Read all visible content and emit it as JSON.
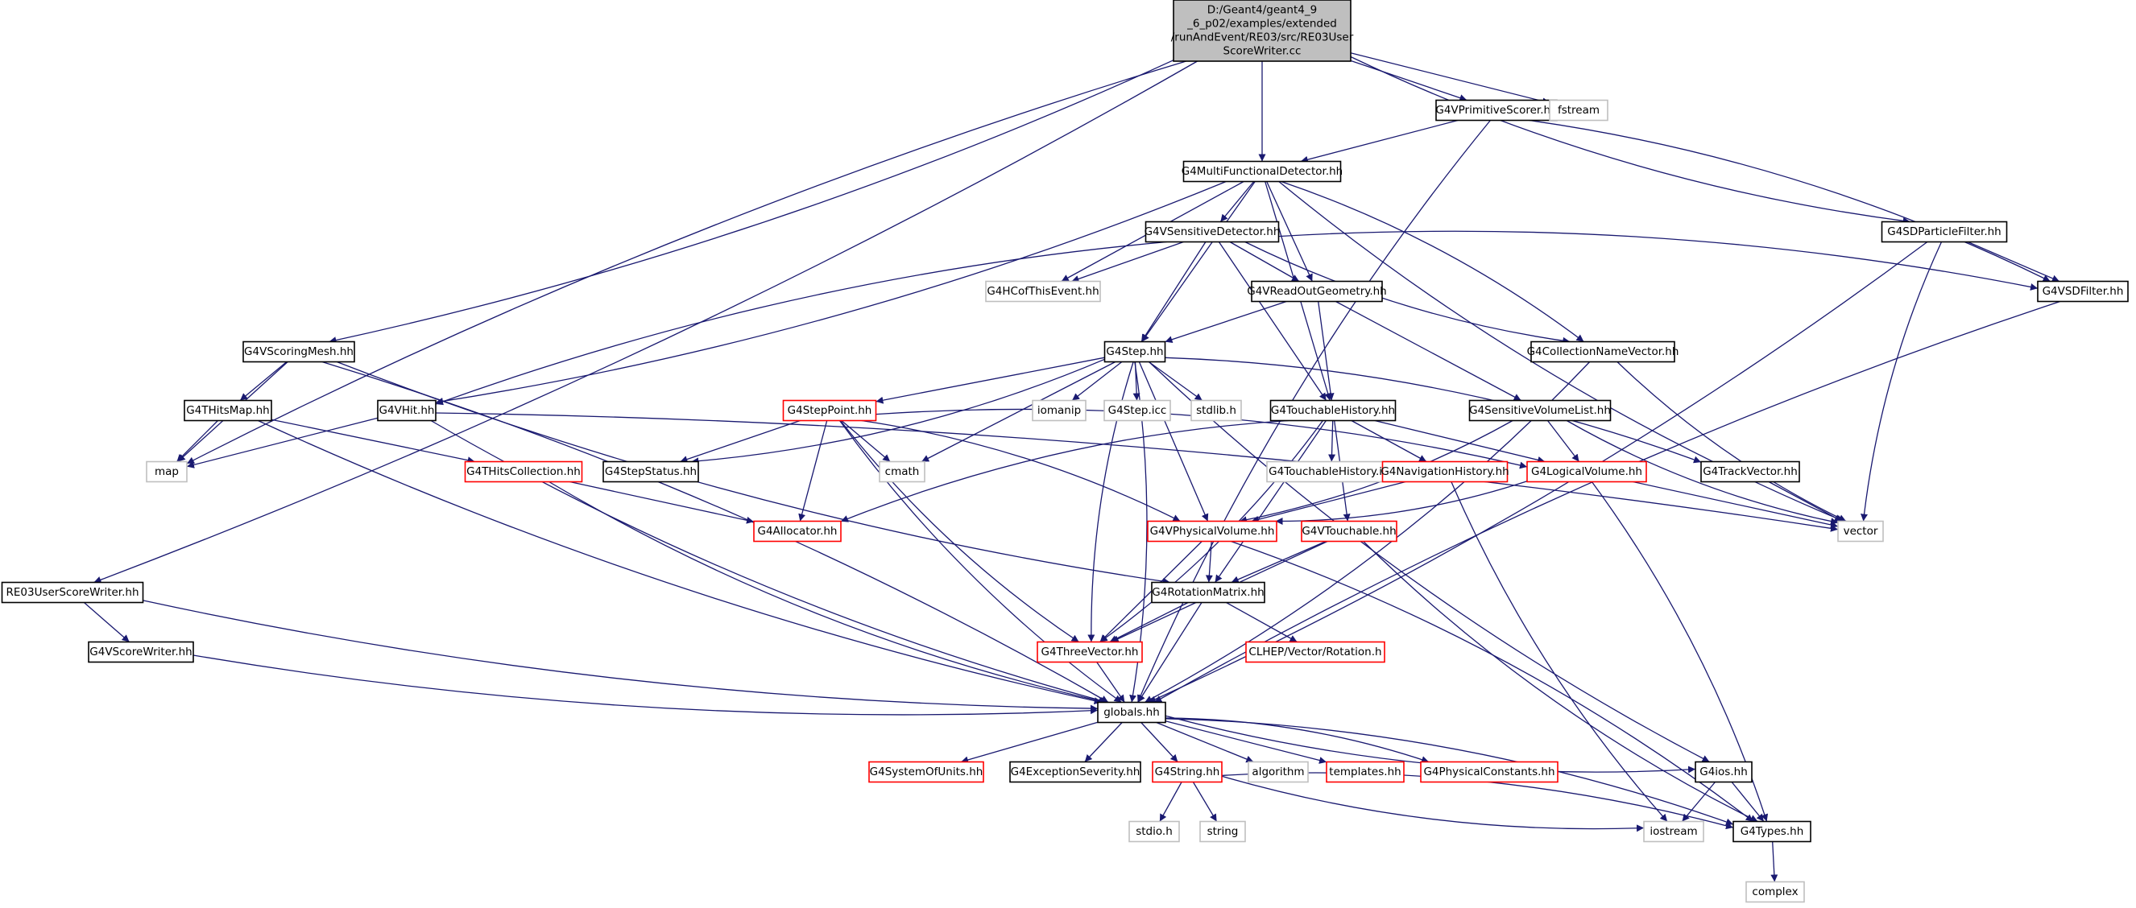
{
  "colors": {
    "edge": "#191970",
    "doc_border": "#000000",
    "missing_border": "#bfbfbf",
    "incomplete_border": "#ff0000",
    "root_fill": "#bfbfbf",
    "node_fill": "#ffffff"
  },
  "graph": {
    "nodes": [
      {
        "id": "root",
        "lines": [
          "D:/Geant4/geant4_9",
          "_6_p02/examples/extended",
          "/runAndEvent/RE03/src/RE03User",
          "ScoreWriter.cc"
        ],
        "kind": "root"
      },
      {
        "id": "vprimscorer",
        "lines": [
          "G4VPrimitiveScorer.hh"
        ],
        "kind": "doc"
      },
      {
        "id": "fstream",
        "lines": [
          "fstream"
        ],
        "kind": "missing"
      },
      {
        "id": "multifunc",
        "lines": [
          "G4MultiFunctionalDetector.hh"
        ],
        "kind": "doc"
      },
      {
        "id": "sdparticle",
        "lines": [
          "G4SDParticleFilter.hh"
        ],
        "kind": "doc"
      },
      {
        "id": "vsensitive",
        "lines": [
          "G4VSensitiveDetector.hh"
        ],
        "kind": "doc"
      },
      {
        "id": "hcofthisevent",
        "lines": [
          "G4HCofThisEvent.hh"
        ],
        "kind": "missing"
      },
      {
        "id": "readout",
        "lines": [
          "G4VReadOutGeometry.hh"
        ],
        "kind": "doc"
      },
      {
        "id": "vsdfilter",
        "lines": [
          "G4VSDFilter.hh"
        ],
        "kind": "doc"
      },
      {
        "id": "scoringmesh",
        "lines": [
          "G4VScoringMesh.hh"
        ],
        "kind": "doc"
      },
      {
        "id": "step",
        "lines": [
          "G4Step.hh"
        ],
        "kind": "doc"
      },
      {
        "id": "collname",
        "lines": [
          "G4CollectionNameVector.hh"
        ],
        "kind": "doc"
      },
      {
        "id": "thitsmap",
        "lines": [
          "G4THitsMap.hh"
        ],
        "kind": "doc"
      },
      {
        "id": "vhit",
        "lines": [
          "G4VHit.hh"
        ],
        "kind": "doc"
      },
      {
        "id": "steppoint",
        "lines": [
          "G4StepPoint.hh"
        ],
        "kind": "incomplete"
      },
      {
        "id": "iomanip",
        "lines": [
          "iomanip"
        ],
        "kind": "missing"
      },
      {
        "id": "stepicc",
        "lines": [
          "G4Step.icc"
        ],
        "kind": "missing"
      },
      {
        "id": "stdlib",
        "lines": [
          "stdlib.h"
        ],
        "kind": "missing"
      },
      {
        "id": "touchhist",
        "lines": [
          "G4TouchableHistory.hh"
        ],
        "kind": "doc"
      },
      {
        "id": "sensvollist",
        "lines": [
          "G4SensitiveVolumeList.hh"
        ],
        "kind": "doc"
      },
      {
        "id": "map",
        "lines": [
          "map"
        ],
        "kind": "missing"
      },
      {
        "id": "thitscoll",
        "lines": [
          "G4THitsCollection.hh"
        ],
        "kind": "incomplete"
      },
      {
        "id": "stepstatus",
        "lines": [
          "G4StepStatus.hh"
        ],
        "kind": "doc"
      },
      {
        "id": "cmath",
        "lines": [
          "cmath"
        ],
        "kind": "missing"
      },
      {
        "id": "touchhisticc",
        "lines": [
          "G4TouchableHistory.icc"
        ],
        "kind": "missing"
      },
      {
        "id": "navhist",
        "lines": [
          "G4NavigationHistory.hh"
        ],
        "kind": "incomplete"
      },
      {
        "id": "logvol",
        "lines": [
          "G4LogicalVolume.hh"
        ],
        "kind": "incomplete"
      },
      {
        "id": "trackvec",
        "lines": [
          "G4TrackVector.hh"
        ],
        "kind": "doc"
      },
      {
        "id": "allocator",
        "lines": [
          "G4Allocator.hh"
        ],
        "kind": "incomplete"
      },
      {
        "id": "physvol",
        "lines": [
          "G4VPhysicalVolume.hh"
        ],
        "kind": "incomplete"
      },
      {
        "id": "vtouchable",
        "lines": [
          "G4VTouchable.hh"
        ],
        "kind": "incomplete"
      },
      {
        "id": "vector",
        "lines": [
          "vector"
        ],
        "kind": "missing"
      },
      {
        "id": "re03writer",
        "lines": [
          "RE03UserScoreWriter.hh"
        ],
        "kind": "doc"
      },
      {
        "id": "rotmatrix",
        "lines": [
          "G4RotationMatrix.hh"
        ],
        "kind": "doc"
      },
      {
        "id": "vscorewriter",
        "lines": [
          "G4VScoreWriter.hh"
        ],
        "kind": "doc"
      },
      {
        "id": "threevector",
        "lines": [
          "G4ThreeVector.hh"
        ],
        "kind": "incomplete"
      },
      {
        "id": "clheprot",
        "lines": [
          "CLHEP/Vector/Rotation.h"
        ],
        "kind": "incomplete"
      },
      {
        "id": "globals",
        "lines": [
          "globals.hh"
        ],
        "kind": "doc"
      },
      {
        "id": "sysunits",
        "lines": [
          "G4SystemOfUnits.hh"
        ],
        "kind": "incomplete"
      },
      {
        "id": "excseverity",
        "lines": [
          "G4ExceptionSeverity.hh"
        ],
        "kind": "doc"
      },
      {
        "id": "g4string",
        "lines": [
          "G4String.hh"
        ],
        "kind": "incomplete"
      },
      {
        "id": "algorithm",
        "lines": [
          "algorithm"
        ],
        "kind": "missing"
      },
      {
        "id": "templates",
        "lines": [
          "templates.hh"
        ],
        "kind": "incomplete"
      },
      {
        "id": "physconst",
        "lines": [
          "G4PhysicalConstants.hh"
        ],
        "kind": "incomplete"
      },
      {
        "id": "g4ios",
        "lines": [
          "G4ios.hh"
        ],
        "kind": "doc"
      },
      {
        "id": "stdio",
        "lines": [
          "stdio.h"
        ],
        "kind": "missing"
      },
      {
        "id": "string",
        "lines": [
          "string"
        ],
        "kind": "missing"
      },
      {
        "id": "iostream",
        "lines": [
          "iostream"
        ],
        "kind": "missing"
      },
      {
        "id": "g4types",
        "lines": [
          "G4Types.hh"
        ],
        "kind": "doc"
      },
      {
        "id": "complex",
        "lines": [
          "complex"
        ],
        "kind": "missing"
      }
    ],
    "edges": [
      {
        "from": "root",
        "to": "vprimscorer"
      },
      {
        "from": "root",
        "to": "fstream"
      },
      {
        "from": "root",
        "to": "multifunc"
      },
      {
        "from": "root",
        "to": "sdparticle"
      },
      {
        "from": "root",
        "to": "scoringmesh"
      },
      {
        "from": "root",
        "to": "map"
      },
      {
        "from": "root",
        "to": "re03writer"
      },
      {
        "from": "vprimscorer",
        "to": "multifunc"
      },
      {
        "from": "vprimscorer",
        "to": "vsdfilter"
      },
      {
        "from": "vprimscorer",
        "to": "globals"
      },
      {
        "from": "multifunc",
        "to": "vsensitive"
      },
      {
        "from": "multifunc",
        "to": "hcofthisevent"
      },
      {
        "from": "multifunc",
        "to": "readout"
      },
      {
        "from": "multifunc",
        "to": "step"
      },
      {
        "from": "multifunc",
        "to": "collname"
      },
      {
        "from": "multifunc",
        "to": "touchhist"
      },
      {
        "from": "multifunc",
        "to": "vhit"
      },
      {
        "from": "multifunc",
        "to": "vector"
      },
      {
        "from": "sdparticle",
        "to": "vsdfilter"
      },
      {
        "from": "sdparticle",
        "to": "vector"
      },
      {
        "from": "sdparticle",
        "to": "globals"
      },
      {
        "from": "vsensitive",
        "to": "hcofthisevent"
      },
      {
        "from": "vsensitive",
        "to": "readout"
      },
      {
        "from": "vsensitive",
        "to": "step"
      },
      {
        "from": "vsensitive",
        "to": "touchhist"
      },
      {
        "from": "vsensitive",
        "to": "collname"
      },
      {
        "from": "vsensitive",
        "to": "vsdfilter"
      },
      {
        "from": "vsensitive",
        "to": "vhit"
      },
      {
        "from": "readout",
        "to": "step"
      },
      {
        "from": "readout",
        "to": "touchhist"
      },
      {
        "from": "readout",
        "to": "sensvollist"
      },
      {
        "from": "vsdfilter",
        "to": "globals"
      },
      {
        "from": "scoringmesh",
        "to": "thitsmap"
      },
      {
        "from": "scoringmesh",
        "to": "map"
      },
      {
        "from": "scoringmesh",
        "to": "globals"
      },
      {
        "from": "scoringmesh",
        "to": "rotmatrix"
      },
      {
        "from": "step",
        "to": "steppoint"
      },
      {
        "from": "step",
        "to": "iomanip"
      },
      {
        "from": "step",
        "to": "stepicc"
      },
      {
        "from": "step",
        "to": "stdlib"
      },
      {
        "from": "step",
        "to": "stepstatus"
      },
      {
        "from": "step",
        "to": "cmath"
      },
      {
        "from": "step",
        "to": "physvol"
      },
      {
        "from": "step",
        "to": "threevector"
      },
      {
        "from": "step",
        "to": "trackvec"
      },
      {
        "from": "step",
        "to": "g4ios"
      },
      {
        "from": "step",
        "to": "globals"
      },
      {
        "from": "collname",
        "to": "vector"
      },
      {
        "from": "collname",
        "to": "globals"
      },
      {
        "from": "thitsmap",
        "to": "map"
      },
      {
        "from": "thitsmap",
        "to": "thitscoll"
      },
      {
        "from": "thitsmap",
        "to": "globals"
      },
      {
        "from": "vhit",
        "to": "map"
      },
      {
        "from": "vhit",
        "to": "globals"
      },
      {
        "from": "vhit",
        "to": "vector"
      },
      {
        "from": "steppoint",
        "to": "stepstatus"
      },
      {
        "from": "steppoint",
        "to": "cmath"
      },
      {
        "from": "steppoint",
        "to": "allocator"
      },
      {
        "from": "steppoint",
        "to": "physvol"
      },
      {
        "from": "steppoint",
        "to": "threevector"
      },
      {
        "from": "steppoint",
        "to": "logvol"
      },
      {
        "from": "steppoint",
        "to": "globals"
      },
      {
        "from": "touchhist",
        "to": "touchhisticc"
      },
      {
        "from": "touchhist",
        "to": "navhist"
      },
      {
        "from": "touchhist",
        "to": "logvol"
      },
      {
        "from": "touchhist",
        "to": "allocator"
      },
      {
        "from": "touchhist",
        "to": "vtouchable"
      },
      {
        "from": "touchhist",
        "to": "rotmatrix"
      },
      {
        "from": "touchhist",
        "to": "threevector"
      },
      {
        "from": "sensvollist",
        "to": "logvol"
      },
      {
        "from": "sensvollist",
        "to": "physvol"
      },
      {
        "from": "sensvollist",
        "to": "vector"
      },
      {
        "from": "thitscoll",
        "to": "allocator"
      },
      {
        "from": "thitscoll",
        "to": "globals"
      },
      {
        "from": "navhist",
        "to": "physvol"
      },
      {
        "from": "navhist",
        "to": "iostream"
      },
      {
        "from": "logvol",
        "to": "physvol"
      },
      {
        "from": "logvol",
        "to": "vector"
      },
      {
        "from": "logvol",
        "to": "g4types"
      },
      {
        "from": "trackvec",
        "to": "vector"
      },
      {
        "from": "physvol",
        "to": "rotmatrix"
      },
      {
        "from": "physvol",
        "to": "threevector"
      },
      {
        "from": "physvol",
        "to": "g4types"
      },
      {
        "from": "vtouchable",
        "to": "rotmatrix"
      },
      {
        "from": "vtouchable",
        "to": "threevector"
      },
      {
        "from": "vtouchable",
        "to": "g4types"
      },
      {
        "from": "re03writer",
        "to": "vscorewriter"
      },
      {
        "from": "re03writer",
        "to": "globals"
      },
      {
        "from": "rotmatrix",
        "to": "threevector"
      },
      {
        "from": "rotmatrix",
        "to": "clheprot"
      },
      {
        "from": "rotmatrix",
        "to": "globals"
      },
      {
        "from": "vscorewriter",
        "to": "globals"
      },
      {
        "from": "threevector",
        "to": "globals"
      },
      {
        "from": "globals",
        "to": "sysunits"
      },
      {
        "from": "globals",
        "to": "excseverity"
      },
      {
        "from": "globals",
        "to": "g4string"
      },
      {
        "from": "globals",
        "to": "algorithm"
      },
      {
        "from": "globals",
        "to": "templates"
      },
      {
        "from": "globals",
        "to": "physconst"
      },
      {
        "from": "globals",
        "to": "g4ios"
      },
      {
        "from": "globals",
        "to": "g4types"
      },
      {
        "from": "g4string",
        "to": "stdio"
      },
      {
        "from": "g4string",
        "to": "string"
      },
      {
        "from": "g4string",
        "to": "iostream"
      },
      {
        "from": "g4string",
        "to": "g4types"
      },
      {
        "from": "g4ios",
        "to": "iostream"
      },
      {
        "from": "g4ios",
        "to": "g4types"
      },
      {
        "from": "g4types",
        "to": "complex"
      }
    ]
  }
}
